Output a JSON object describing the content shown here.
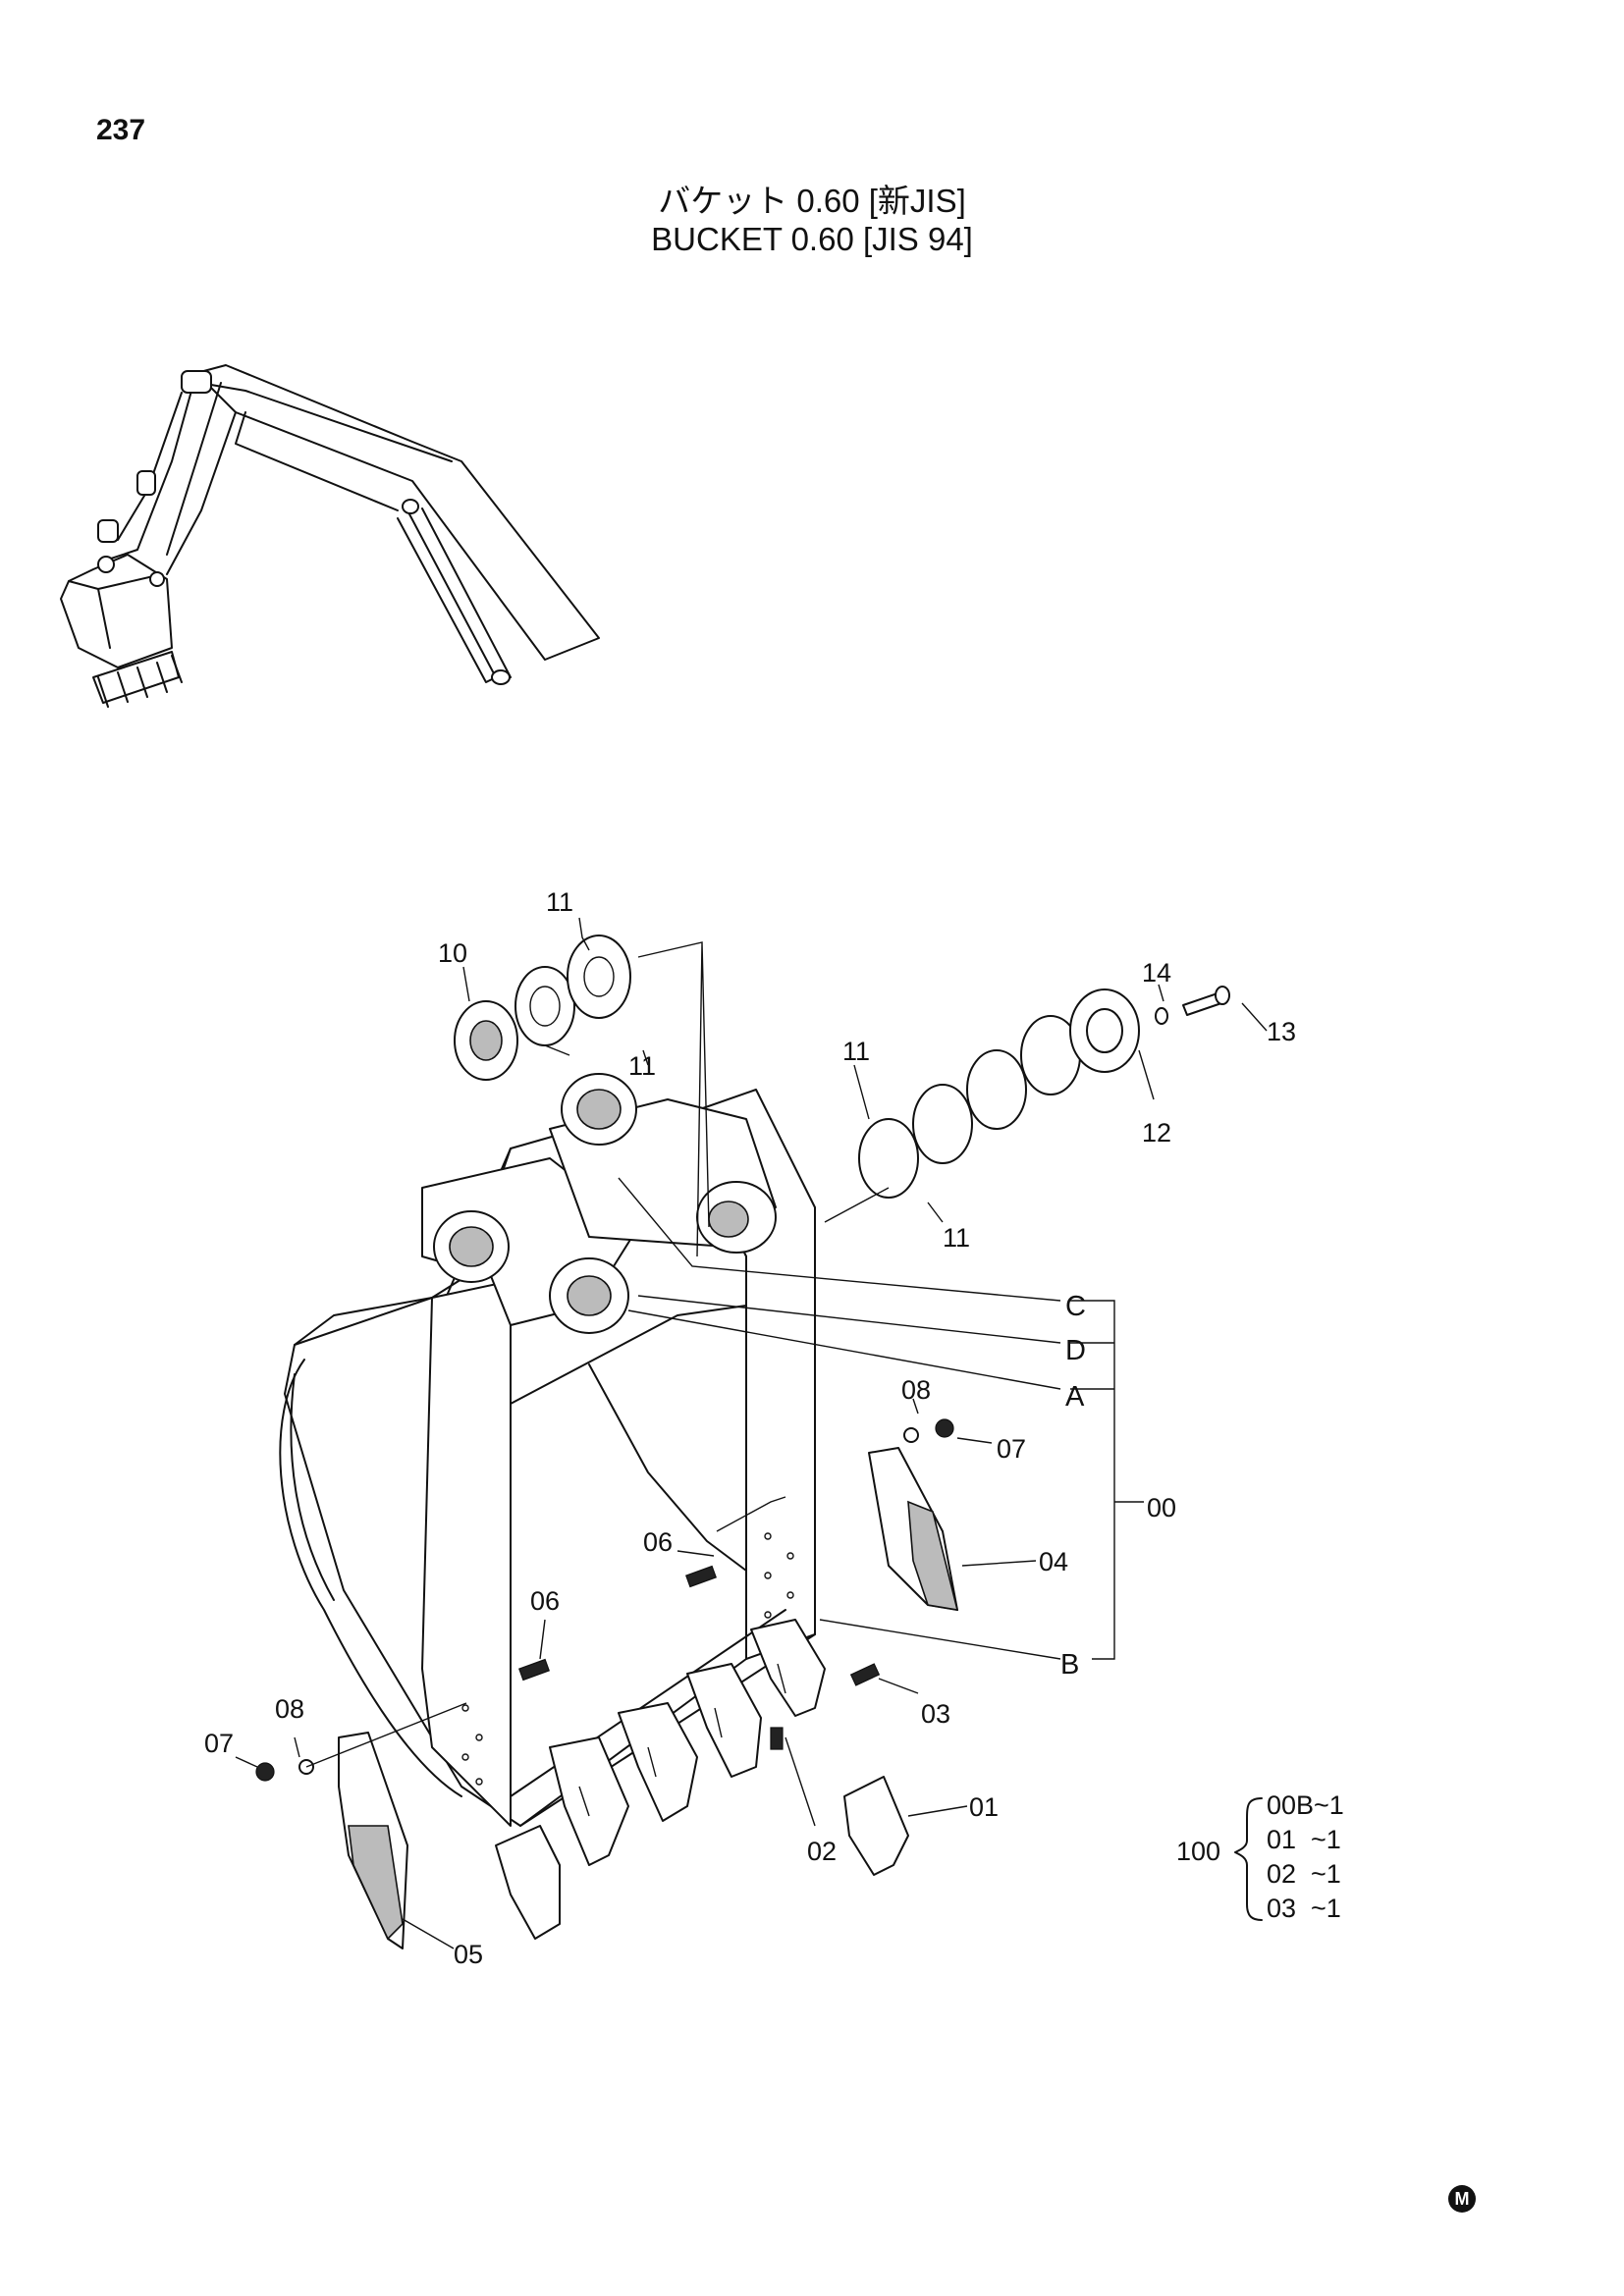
{
  "page_number": "237",
  "title_jp": "バケット 0.60 [新JIS]",
  "title_en": "BUCKET 0.60 [JIS 94]",
  "callouts": {
    "c00": "00",
    "c01": "01",
    "c02": "02",
    "c03": "03",
    "c04": "04",
    "c05": "05",
    "c06a": "06",
    "c06b": "06",
    "c07a": "07",
    "c07b": "07",
    "c08a": "08",
    "c08b": "08",
    "c10": "10",
    "c11a": "11",
    "c11b": "11",
    "c11c": "11",
    "c11d": "11",
    "c12": "12",
    "c13": "13",
    "c14": "14",
    "refA": "A",
    "refB": "B",
    "refC": "C",
    "refD": "D"
  },
  "assembly": {
    "label": "100",
    "rows": [
      "00B~1",
      "01  ~1",
      "02  ~1",
      "03  ~1"
    ]
  },
  "footer_mark": "M"
}
